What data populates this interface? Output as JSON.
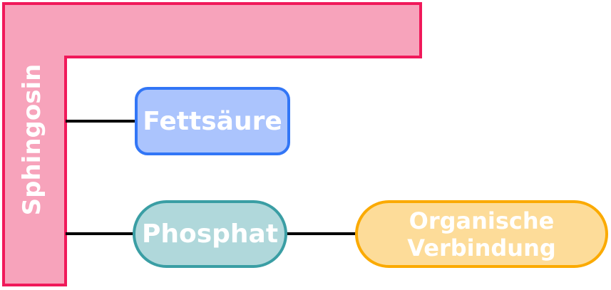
{
  "backbone": {
    "label": "Sphingosin",
    "fill": "#f7a3bb",
    "stroke": "#f0195a"
  },
  "nodes": {
    "fatty_acid": {
      "label": "Fettsäure",
      "fill": "#abc4fd",
      "stroke": "#3276f6"
    },
    "phosphate": {
      "label": "Phosphat",
      "fill": "#b0d8db",
      "stroke": "#3a9ea4"
    },
    "organic": {
      "label_line1": "Organische",
      "label_line2": "Verbindung",
      "fill": "#fddc99",
      "stroke": "#fbaa00"
    }
  }
}
